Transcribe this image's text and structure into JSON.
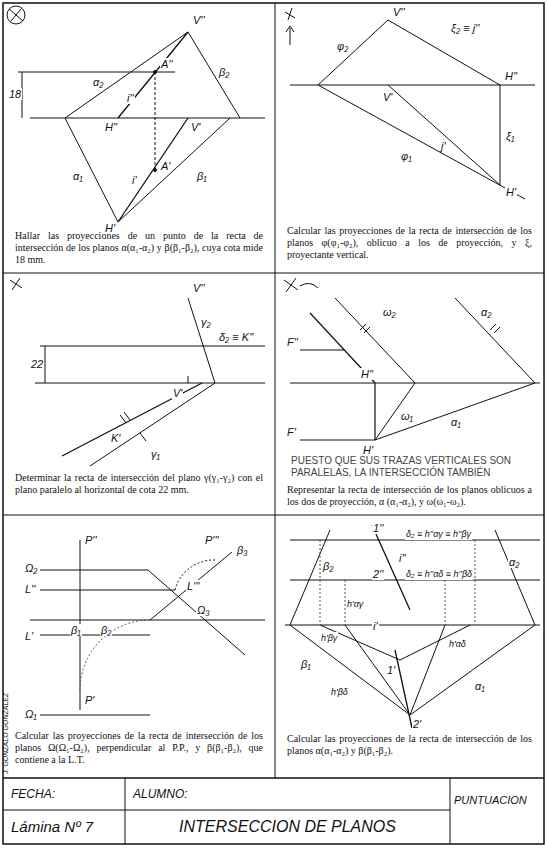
{
  "diagram": {
    "nodes": [
      {
        "text": [
          "Hallar las proyecciones de un punto de la recta de intersección de los planos α(α₁-α₂) y β(β₁-β₂), cuya cota mide 18 mm."
        ]
      },
      {
        "text": [
          "Calcular las proyecciones de la recta de intersección de los planos φ(φ₁-φ₂), oblicuo a los de proyección, y ξ, proyectante vertical."
        ]
      },
      {
        "text": [
          "Determinar la recta de intersección del plano γ(γ₁-γ₂) con el plano paralelo al horizontal de cota 22 mm."
        ]
      },
      {
        "text": [
          "Representar la recta de intersección de los planos oblicuos a los dos de proyección, α (α₁-α₂), y ω(ω₁-ω₂)."
        ]
      },
      {
        "text": [
          "Calcular las proyecciones de la recta de intersección de los planos Ω(Ω₁-Ω₂), perpendicular al P.P., y β(β₁-β₂), que contiene a la L.T."
        ]
      },
      {
        "text": [
          "Calcular las proyecciones de la recta de intersección de los planos α(α₁-α₂) y β(β₁-β₂)."
        ]
      },
      {
        "text": [
          "FECHA:"
        ]
      },
      {
        "text": [
          "ALUMNO:"
        ]
      },
      {
        "text": [
          "PUNTUACION"
        ]
      },
      {
        "text": [
          "Lámina Nº 7"
        ]
      },
      {
        "text": [
          "INTERSECCION DE PLANOS"
        ]
      }
    ],
    "labels": [
      "18",
      "α₂",
      "i''",
      "A''",
      "β₂",
      "V''",
      "H''",
      "V'",
      "α₁",
      "i'",
      "A'",
      "β₁",
      "H'",
      "V''",
      "φ₂",
      "ξ₂ ≡ j''",
      "H''",
      "V'",
      "j'",
      "φ₁",
      "ξ₁",
      "H'",
      "V''",
      "δ₂ ≡ K''",
      "γ₂",
      "22",
      "K'",
      "V'",
      "γ₁",
      "F''",
      "ω₂",
      "α₂",
      "H''",
      "ω₁",
      "α₁",
      "F'",
      "H'",
      "PUESTO QUE SUS TRAZAS VERTICALES SON PARALELAS, LA INTERSECCIÓN TAMBIÉN",
      "P''",
      "P'''",
      "β₃",
      "Ω₂",
      "L''",
      "L'''",
      "Ω₃",
      "L'",
      "β₁",
      "β₂",
      "P'",
      "Ω₁",
      "1''",
      "i''",
      "δ₂ ≡ h''αγ ≡ h''βγ",
      "2''",
      "β₂",
      "α₂",
      "δ₂ ≡ h''αδ ≡ h''βδ",
      "β₁",
      "h'βγ",
      "h'αγ",
      "i'",
      "h'αδ",
      "1'",
      "α₁",
      "h'βδ",
      "2'",
      "J. GONZALO GONZALEZ"
    ]
  }
}
